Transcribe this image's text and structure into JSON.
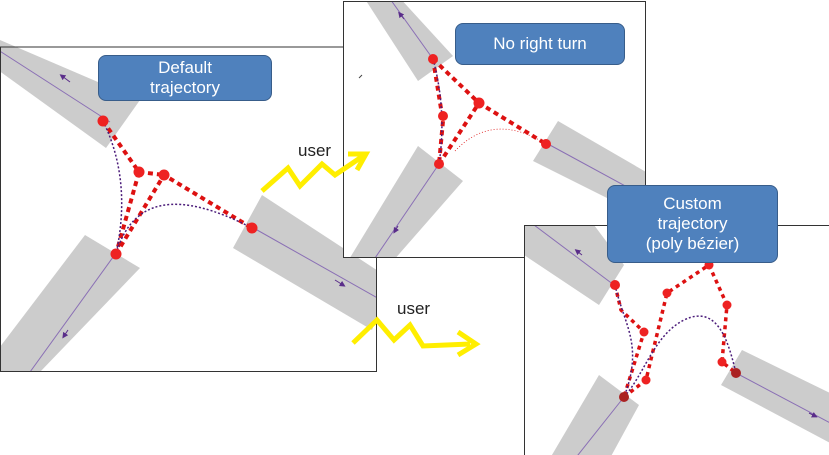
{
  "panels": [
    {
      "id": "default",
      "label": [
        "Default",
        "trajectory"
      ],
      "control_point_count": 4
    },
    {
      "id": "no-right-turn",
      "label": [
        "No right turn"
      ],
      "control_point_count": 4
    },
    {
      "id": "custom",
      "label": [
        "Custom",
        "trajectory",
        "(poly bézier)"
      ],
      "control_point_count": 8
    }
  ],
  "transitions": [
    {
      "label": "user",
      "from": "default",
      "to": "no-right-turn"
    },
    {
      "label": "user",
      "from": "default",
      "to": "custom"
    }
  ],
  "colors": {
    "road": "#cccccc",
    "lane_line": "#8a6fb5",
    "control_polygon": "#dd1111",
    "control_point": "#ee2222",
    "trajectory": "#4b1c7a",
    "label_fill": "#4f81bd",
    "label_border": "#385d8a",
    "arrow": "#ffee00"
  }
}
